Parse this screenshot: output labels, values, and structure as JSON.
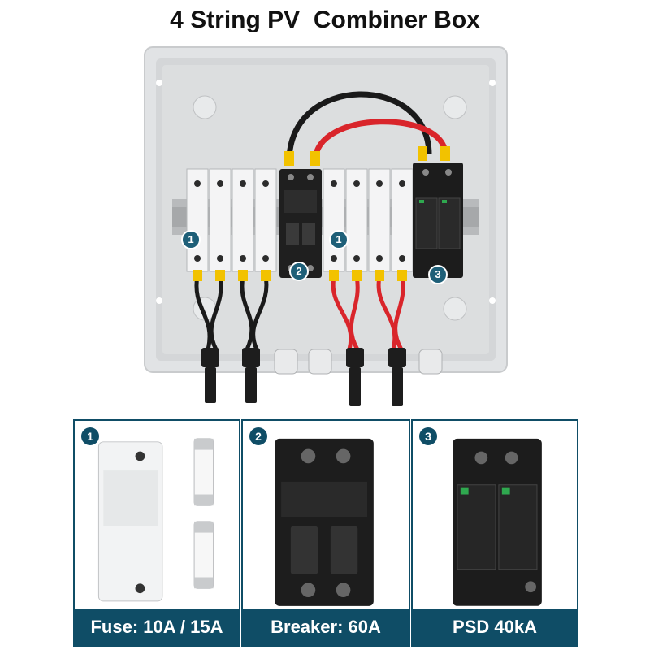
{
  "title": "4 String PV  Combiner Box",
  "photo_badges": [
    "1",
    "2",
    "1",
    "3"
  ],
  "panels": [
    {
      "num": "1",
      "caption": "Fuse: 10A / 15A"
    },
    {
      "num": "2",
      "caption": "Breaker: 60A"
    },
    {
      "num": "3",
      "caption": "PSD 40kA"
    }
  ],
  "colors": {
    "panel_blue": "#0f4d66",
    "enclosure": "#e3e5e7",
    "wire_red": "#d9252b",
    "wire_black": "#1a1a1a",
    "terminal_yellow": "#f2c200"
  }
}
